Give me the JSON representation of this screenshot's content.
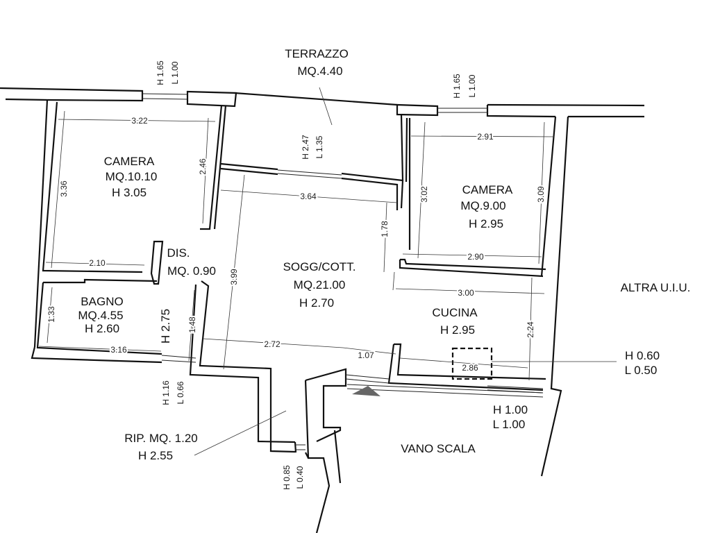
{
  "rooms": {
    "terrazzo": {
      "name": "TERRAZZO",
      "area": "MQ.4.40"
    },
    "camera1": {
      "name": "CAMERA",
      "area": "MQ.10.10",
      "height": "H 3.05"
    },
    "camera2": {
      "name": "CAMERA",
      "area": "MQ.9.00",
      "height": "H 2.95"
    },
    "dis": {
      "name": "DIS.",
      "area": "MQ. 0.90"
    },
    "sogg": {
      "name": "SOGG/COTT.",
      "area": "MQ.21.00",
      "height": "H 2.70"
    },
    "bagno": {
      "name": "BAGNO",
      "area": "MQ.4.55",
      "height": "H 2.60"
    },
    "bagno_h": "H 2.75",
    "cucina": {
      "name": "CUCINA",
      "height": "H 2.95"
    },
    "rip": {
      "area": "RIP. MQ. 1.20",
      "height": "H 2.55"
    },
    "vano": {
      "name": "VANO SCALA"
    },
    "altra": {
      "name": "ALTRA U.I.U."
    }
  },
  "dimensions": {
    "d322": "3.22",
    "d336": "3.36",
    "d246": "2.46",
    "d210": "2.10",
    "d364": "3.64",
    "d399": "3.99",
    "d178": "1.78",
    "d291": "2.91",
    "d302": "3.02",
    "d309": "3.09",
    "d290": "2.90",
    "d300": "3.00",
    "d133": "1.33",
    "d148": "1.48",
    "d316": "3.16",
    "d272": "2.72",
    "d107": "1.07",
    "d286": "2.86",
    "d224": "2.24"
  },
  "windows": {
    "w1_h": "H 1.65",
    "w1_l": "L 1.00",
    "w2_h": "H 2.47",
    "w2_l": "L 1.35",
    "w3_h": "H 1.65",
    "w3_l": "L 1.00",
    "w4_h": "H 1.16",
    "w4_l": "L 0.66",
    "w5_h": "H 0.85",
    "w5_l": "L 0.40",
    "w6_h": "H 1.00",
    "w6_l": "L 1.00",
    "w7_h": "H 0.60",
    "w7_l": "L 0.50"
  }
}
